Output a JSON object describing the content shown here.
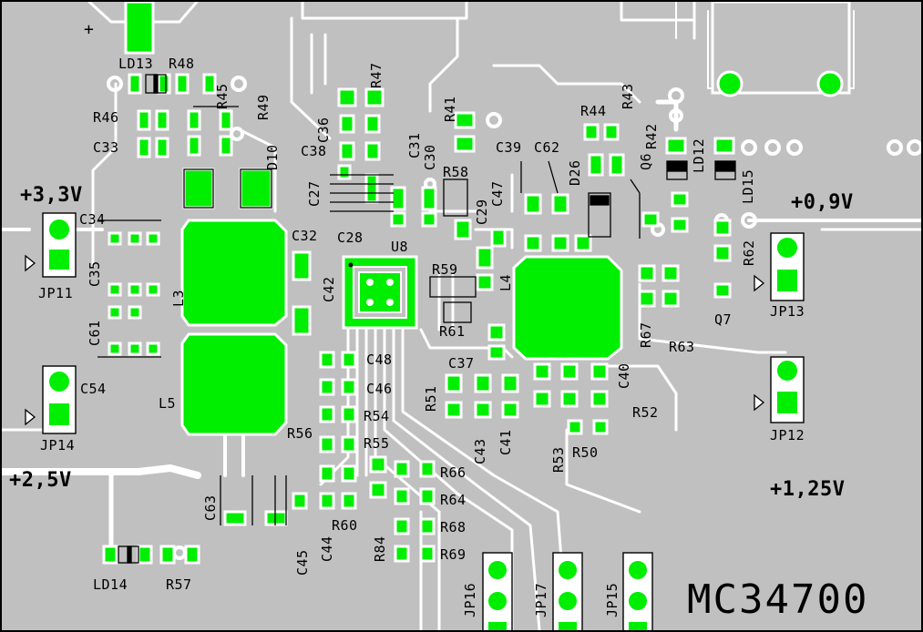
{
  "board": {
    "part_number": "MC34700",
    "colors": {
      "background": "#c0c0c0",
      "trace": "#ffffff",
      "pad": "#00ee00",
      "silkscreen": "#000000"
    },
    "rails": [
      {
        "id": "v33",
        "text": "+3,3V"
      },
      {
        "id": "v25",
        "text": "+2,5V"
      },
      {
        "id": "v09",
        "text": "+0,9V"
      },
      {
        "id": "v125",
        "text": "+1,25V"
      },
      {
        "id": "plus",
        "text": "+"
      }
    ],
    "components": {
      "ic": [
        "U8"
      ],
      "inductors": [
        "L3",
        "L4",
        "L5"
      ],
      "diodes": [
        "D10",
        "D26"
      ],
      "transistors": [
        "Q6",
        "Q7"
      ],
      "leds": [
        "LD12",
        "LD13",
        "LD14",
        "LD15"
      ],
      "jumpers": [
        "JP11",
        "JP12",
        "JP13",
        "JP14",
        "JP15",
        "JP16",
        "JP17"
      ],
      "resistors": [
        "R41",
        "R42",
        "R43",
        "R44",
        "R45",
        "R46",
        "R47",
        "R48",
        "R49",
        "R50",
        "R51",
        "R52",
        "R53",
        "R54",
        "R55",
        "R56",
        "R57",
        "R58",
        "R59",
        "R60",
        "R61",
        "R62",
        "R63",
        "R64",
        "R66",
        "R67",
        "R68",
        "R69",
        "R84"
      ],
      "capacitors": [
        "C27",
        "C28",
        "C29",
        "C30",
        "C31",
        "C32",
        "C33",
        "C34",
        "C35",
        "C36",
        "C37",
        "C38",
        "C39",
        "C40",
        "C41",
        "C42",
        "C43",
        "C44",
        "C45",
        "C46",
        "C47",
        "C48",
        "C54",
        "C61",
        "C62",
        "C63"
      ]
    }
  }
}
